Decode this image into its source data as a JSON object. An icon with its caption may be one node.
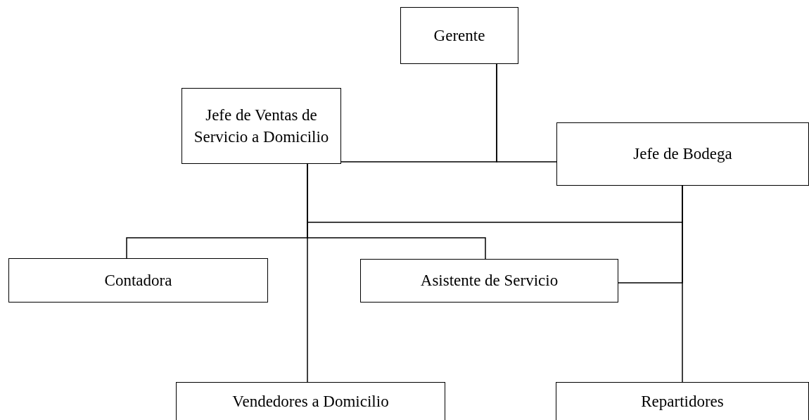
{
  "diagram": {
    "nodes": [
      {
        "text": [
          "Gerente"
        ]
      },
      {
        "text": [
          "Jefe de Ventas de Servicio a Domicilio"
        ]
      },
      {
        "text": [
          "Jefe de Bodega"
        ]
      },
      {
        "text": [
          "Contadora"
        ]
      },
      {
        "text": [
          "Asistente de Servicio"
        ]
      },
      {
        "text": [
          "Vendedores a Domicilio"
        ]
      },
      {
        "text": [
          "Repartidores"
        ]
      }
    ],
    "edges": [
      {
        "from": 0,
        "to": 1,
        "arrow": "none"
      },
      {
        "from": 0,
        "to": 2,
        "arrow": "none"
      },
      {
        "from": 1,
        "to": 3,
        "arrow": "none"
      },
      {
        "from": 1,
        "to": 4,
        "arrow": "none"
      },
      {
        "from": 1,
        "to": 5,
        "arrow": "none"
      },
      {
        "from": 1,
        "to": 2,
        "arrow": "none"
      },
      {
        "from": 2,
        "to": 4,
        "arrow": "none"
      },
      {
        "from": 2,
        "to": 6,
        "arrow": "none"
      }
    ]
  }
}
